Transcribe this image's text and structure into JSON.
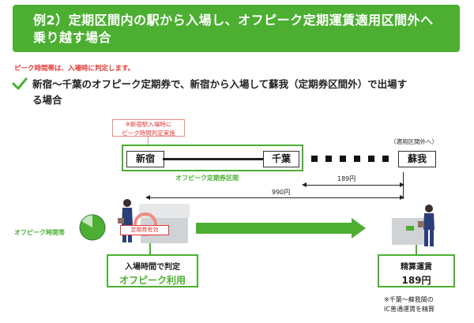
{
  "header": {
    "line1": "例2）定期区間内の駅から入場し、オフピーク定期運賃適用区間外へ",
    "line2": "乗り越す場合"
  },
  "note_red": "ピーク時間帯は、入場時に判定します。",
  "heading": {
    "line1": "新宿〜千葉のオフピーク定期券で、新宿から入場して蘇我（定期券区間外）で出場す",
    "line2": "る場合"
  },
  "diagram": {
    "entry_note_line1": "※新宿駅入場時に",
    "entry_note_line2": "ピーク時間判定実施",
    "station_shinjuku": "新宿",
    "station_chiba": "千葉",
    "station_soga": "蘇我",
    "outside_label": "（適用区間外へ）",
    "pass_section_label": "オフピーク定期券区間",
    "fare_189": "189円",
    "fare_990": "990円",
    "offpeak_band_label": "オフピーク時間帯",
    "gate_badge": "定期券有効",
    "entry_callout_line1": "入場時間で判定",
    "entry_callout_line2": "オフピーク利用",
    "exit_callout_line1": "精算運賃",
    "exit_callout_line2": "189円",
    "footnote_line1": "※千葉〜蘇我間の",
    "footnote_line2": "IC普通運賃を精算"
  },
  "colors": {
    "accent_green": "#4caf32",
    "alert_red": "#e53935"
  }
}
